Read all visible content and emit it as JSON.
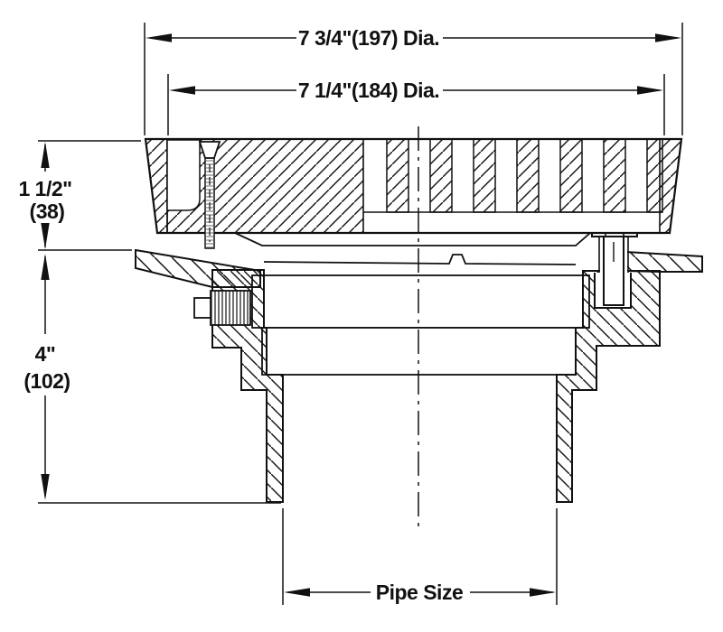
{
  "drawing": {
    "title": "floor-drain-cross-section",
    "dimensions": {
      "outer_dia": "7 3/4\"(197) Dia.",
      "inner_dia": "7 1/4\"(184) Dia.",
      "grate_height_in": "1 1/2\"",
      "grate_height_mm": "(38)",
      "body_height_in": "4\"",
      "body_height_mm": "(102)",
      "pipe": "Pipe Size"
    },
    "colors": {
      "line": "#111111",
      "background": "#ffffff"
    }
  }
}
